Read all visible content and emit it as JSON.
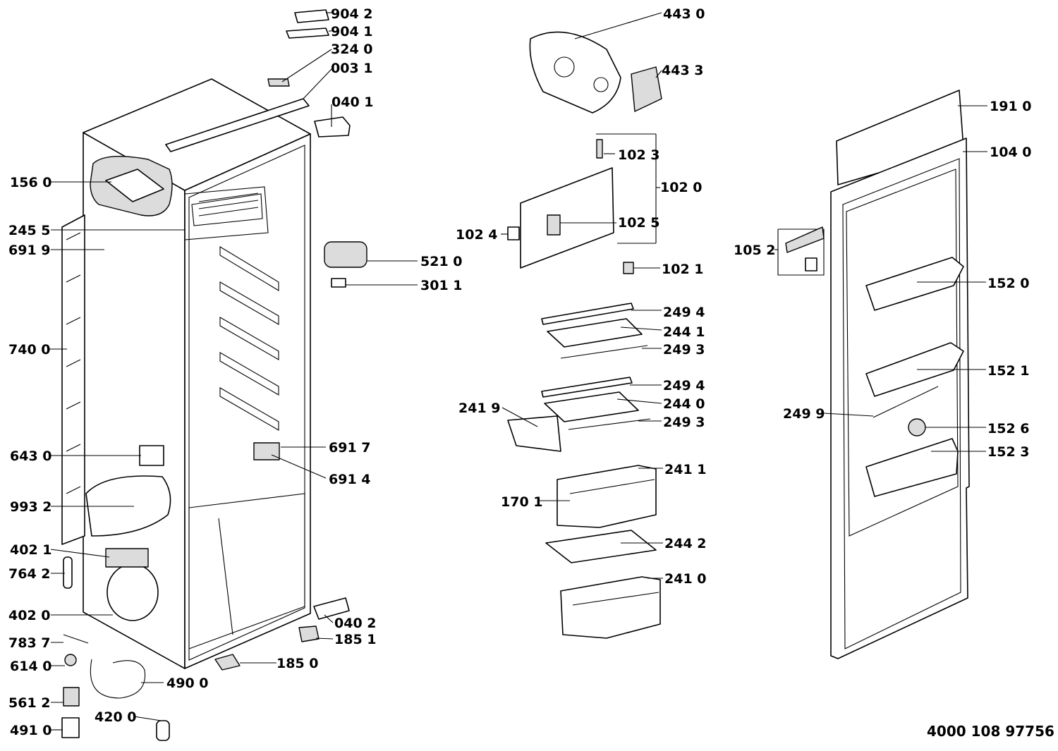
{
  "diagram": {
    "document_code": "4000 108 97756",
    "cabinet_labels": {
      "l9042": "904 2",
      "l9041": "904 1",
      "l3240": "324 0",
      "l0031": "003 1",
      "l0401": "040 1",
      "l1560": "156 0",
      "l2455": "245 5",
      "l6919": "691 9",
      "l5210": "521 0",
      "l3011": "301 1",
      "l7400": "740 0",
      "l6430": "643 0",
      "l6917": "691 7",
      "l6914": "691 4",
      "l9932": "993 2",
      "l4021": "402 1",
      "l7642": "764 2",
      "l4020": "402 0",
      "l0402": "040 2",
      "l1851": "185 1",
      "l7837": "783 7",
      "l6140": "614 0",
      "l1850": "185 0",
      "l4900": "490 0",
      "l5612": "561 2",
      "l4200": "420 0",
      "l4910": "491 0"
    },
    "interior_labels": {
      "l4430": "443 0",
      "l4433": "443 3",
      "l1023": "102 3",
      "l1020": "102 0",
      "l1025": "102 5",
      "l1024": "102 4",
      "l1021": "102 1",
      "l2494a": "249 4",
      "l2441": "244 1",
      "l2493a": "249 3",
      "l2494b": "249 4",
      "l2440": "244 0",
      "l2493b": "249 3",
      "l2419": "241 9",
      "l2411": "241 1",
      "l1701": "170 1",
      "l2442": "244 2",
      "l2410": "241 0"
    },
    "door_labels": {
      "l1910": "191 0",
      "l1040": "104 0",
      "l1052": "105 2",
      "l1520": "152 0",
      "l1521": "152 1",
      "l2499": "249 9",
      "l1526": "152 6",
      "l1523": "152 3"
    }
  }
}
